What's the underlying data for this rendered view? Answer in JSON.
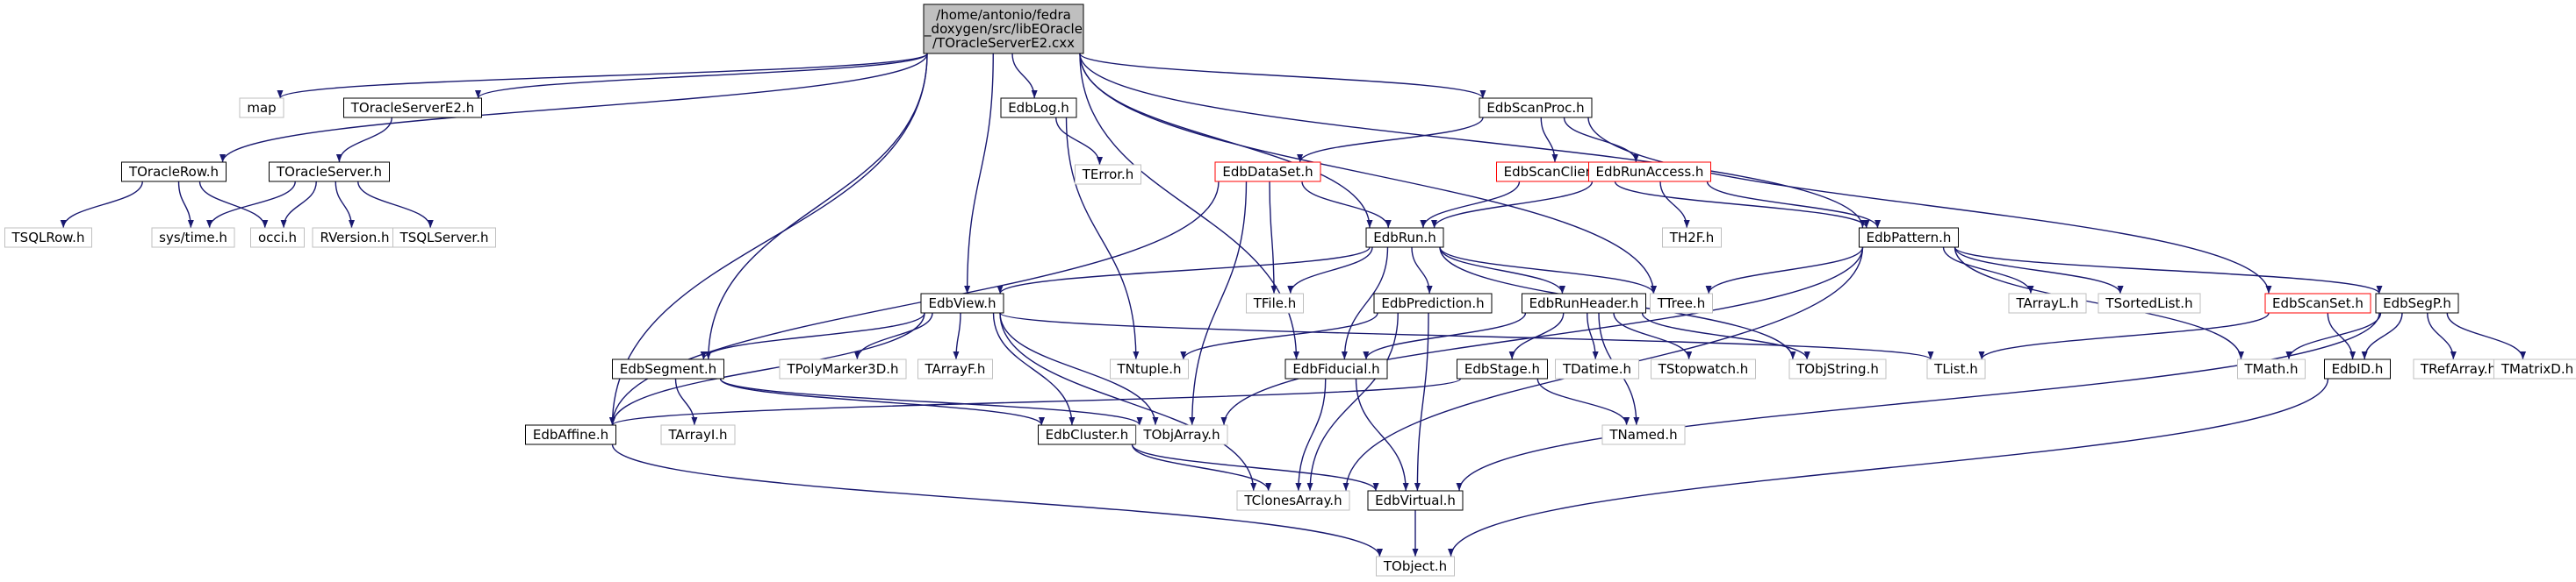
{
  "colors": {
    "edge": "#191970",
    "root_fill": "#bfbfbf",
    "root_border": "#000000",
    "black_border": "#000000",
    "red_border": "#ff0000",
    "gray_border": "#bfbfbf",
    "text": "#000000"
  },
  "root": {
    "lines": [
      "/home/antonio/fedra",
      "_doxygen/src/libEOracle",
      "/TOracleServerE2.cxx"
    ]
  },
  "nodes": [
    {
      "id": "map",
      "label": "map",
      "style": "gray"
    },
    {
      "id": "TOracleServerE2h",
      "label": "TOracleServerE2.h",
      "style": "black"
    },
    {
      "id": "TOracleRowh",
      "label": "TOracleRow.h",
      "style": "black"
    },
    {
      "id": "TOracleServerh",
      "label": "TOracleServer.h",
      "style": "black"
    },
    {
      "id": "TSQLRowh",
      "label": "TSQLRow.h",
      "style": "gray"
    },
    {
      "id": "systimeh",
      "label": "sys/time.h",
      "style": "gray"
    },
    {
      "id": "occih",
      "label": "occi.h",
      "style": "gray"
    },
    {
      "id": "RVersionh",
      "label": "RVersion.h",
      "style": "gray"
    },
    {
      "id": "TSQLServerh",
      "label": "TSQLServer.h",
      "style": "gray"
    },
    {
      "id": "EdbLogh",
      "label": "EdbLog.h",
      "style": "black"
    },
    {
      "id": "TErrorh",
      "label": "TError.h",
      "style": "gray"
    },
    {
      "id": "EdbScanProch",
      "label": "EdbScanProc.h",
      "style": "black"
    },
    {
      "id": "EdbDataSeth",
      "label": "EdbDataSet.h",
      "style": "red"
    },
    {
      "id": "EdbScanClienth",
      "label": "EdbScanClient.h",
      "style": "red"
    },
    {
      "id": "EdbRunAccessh",
      "label": "EdbRunAccess.h",
      "style": "red"
    },
    {
      "id": "TH2Fh",
      "label": "TH2F.h",
      "style": "gray"
    },
    {
      "id": "EdbRunh",
      "label": "EdbRun.h",
      "style": "black"
    },
    {
      "id": "EdbPatternh",
      "label": "EdbPattern.h",
      "style": "black"
    },
    {
      "id": "EdbViewh",
      "label": "EdbView.h",
      "style": "black"
    },
    {
      "id": "TFileh",
      "label": "TFile.h",
      "style": "gray"
    },
    {
      "id": "EdbPredictionh",
      "label": "EdbPrediction.h",
      "style": "black"
    },
    {
      "id": "EdbRunHeaderh",
      "label": "EdbRunHeader.h",
      "style": "black"
    },
    {
      "id": "TTreeh",
      "label": "TTree.h",
      "style": "gray"
    },
    {
      "id": "TArrayLh",
      "label": "TArrayL.h",
      "style": "gray"
    },
    {
      "id": "TSortedListh",
      "label": "TSortedList.h",
      "style": "gray"
    },
    {
      "id": "EdbScanSeth",
      "label": "EdbScanSet.h",
      "style": "red"
    },
    {
      "id": "EdbSegPh",
      "label": "EdbSegP.h",
      "style": "black"
    },
    {
      "id": "EdbSegmenth",
      "label": "EdbSegment.h",
      "style": "black"
    },
    {
      "id": "TPolyMarker3Dh",
      "label": "TPolyMarker3D.h",
      "style": "gray"
    },
    {
      "id": "TArrayFh",
      "label": "TArrayF.h",
      "style": "gray"
    },
    {
      "id": "TNtupleh",
      "label": "TNtuple.h",
      "style": "gray"
    },
    {
      "id": "EdbFiducialh",
      "label": "EdbFiducial.h",
      "style": "black"
    },
    {
      "id": "EdbStageh",
      "label": "EdbStage.h",
      "style": "black"
    },
    {
      "id": "TDatimeh",
      "label": "TDatime.h",
      "style": "gray"
    },
    {
      "id": "TStopwatchh",
      "label": "TStopwatch.h",
      "style": "gray"
    },
    {
      "id": "TObjStringh",
      "label": "TObjString.h",
      "style": "gray"
    },
    {
      "id": "TListh",
      "label": "TList.h",
      "style": "gray"
    },
    {
      "id": "TMathh",
      "label": "TMath.h",
      "style": "gray"
    },
    {
      "id": "EdbIDh",
      "label": "EdbID.h",
      "style": "black"
    },
    {
      "id": "TRefArrayh",
      "label": "TRefArray.h",
      "style": "gray"
    },
    {
      "id": "TMatrixDh",
      "label": "TMatrixD.h",
      "style": "gray"
    },
    {
      "id": "EdbAffineh",
      "label": "EdbAffine.h",
      "style": "black"
    },
    {
      "id": "TArrayIh",
      "label": "TArrayI.h",
      "style": "gray"
    },
    {
      "id": "EdbClusterh",
      "label": "EdbCluster.h",
      "style": "black"
    },
    {
      "id": "TObjArrayh",
      "label": "TObjArray.h",
      "style": "gray"
    },
    {
      "id": "TNamedh",
      "label": "TNamed.h",
      "style": "gray"
    },
    {
      "id": "TClonesArrayh",
      "label": "TClonesArray.h",
      "style": "gray"
    },
    {
      "id": "EdbVirtualh",
      "label": "EdbVirtual.h",
      "style": "black"
    },
    {
      "id": "TObjecth",
      "label": "TObject.h",
      "style": "gray"
    }
  ],
  "edges": [
    [
      "root",
      "map"
    ],
    [
      "root",
      "TOracleServerE2h"
    ],
    [
      "root",
      "TOracleRowh"
    ],
    [
      "root",
      "EdbLogh"
    ],
    [
      "root",
      "EdbScanProch"
    ],
    [
      "root",
      "EdbRunh"
    ],
    [
      "root",
      "EdbPatternh"
    ],
    [
      "root",
      "EdbViewh"
    ],
    [
      "root",
      "TTreeh"
    ],
    [
      "root",
      "EdbSegmenth"
    ],
    [
      "root",
      "EdbAffineh"
    ],
    [
      "root",
      "EdbFiducialh"
    ],
    [
      "TOracleServerE2h",
      "TOracleServerh"
    ],
    [
      "TOracleRowh",
      "TSQLRowh"
    ],
    [
      "TOracleRowh",
      "systimeh"
    ],
    [
      "TOracleRowh",
      "occih"
    ],
    [
      "TOracleServerh",
      "systimeh"
    ],
    [
      "TOracleServerh",
      "occih"
    ],
    [
      "TOracleServerh",
      "RVersionh"
    ],
    [
      "TOracleServerh",
      "TSQLServerh"
    ],
    [
      "EdbLogh",
      "TErrorh"
    ],
    [
      "EdbLogh",
      "TNtupleh"
    ],
    [
      "EdbScanProch",
      "EdbDataSeth"
    ],
    [
      "EdbScanProch",
      "EdbScanClienth"
    ],
    [
      "EdbScanProch",
      "EdbRunAccessh"
    ],
    [
      "EdbScanProch",
      "EdbScanSeth"
    ],
    [
      "EdbDataSeth",
      "EdbRunh"
    ],
    [
      "EdbDataSeth",
      "TFileh"
    ],
    [
      "EdbDataSeth",
      "TObjArrayh"
    ],
    [
      "EdbDataSeth",
      "EdbAffineh"
    ],
    [
      "EdbScanClienth",
      "EdbRunh"
    ],
    [
      "EdbScanClienth",
      "EdbPatternh"
    ],
    [
      "EdbRunAccessh",
      "EdbRunh"
    ],
    [
      "EdbRunAccessh",
      "TH2Fh"
    ],
    [
      "EdbRunAccessh",
      "EdbPatternh"
    ],
    [
      "EdbRunh",
      "EdbViewh"
    ],
    [
      "EdbRunh",
      "TFileh"
    ],
    [
      "EdbRunh",
      "EdbPredictionh"
    ],
    [
      "EdbRunh",
      "EdbRunHeaderh"
    ],
    [
      "EdbRunh",
      "TTreeh"
    ],
    [
      "EdbRunh",
      "TObjStringh"
    ],
    [
      "EdbRunh",
      "EdbFiducialh"
    ],
    [
      "EdbPatternh",
      "TTreeh"
    ],
    [
      "EdbPatternh",
      "TArrayLh"
    ],
    [
      "EdbPatternh",
      "TSortedListh"
    ],
    [
      "EdbPatternh",
      "TMathh"
    ],
    [
      "EdbPatternh",
      "EdbSegPh"
    ],
    [
      "EdbPatternh",
      "TObjArrayh"
    ],
    [
      "EdbPatternh",
      "TClonesArrayh"
    ],
    [
      "EdbViewh",
      "EdbSegmenth"
    ],
    [
      "EdbViewh",
      "TPolyMarker3Dh"
    ],
    [
      "EdbViewh",
      "TArrayFh"
    ],
    [
      "EdbViewh",
      "TListh"
    ],
    [
      "EdbViewh",
      "EdbClusterh"
    ],
    [
      "EdbViewh",
      "TObjArrayh"
    ],
    [
      "EdbViewh",
      "TClonesArrayh"
    ],
    [
      "EdbViewh",
      "EdbAffineh"
    ],
    [
      "EdbPredictionh",
      "TNtupleh"
    ],
    [
      "EdbPredictionh",
      "TClonesArrayh"
    ],
    [
      "EdbPredictionh",
      "EdbVirtualh"
    ],
    [
      "EdbRunHeaderh",
      "EdbFiducialh"
    ],
    [
      "EdbRunHeaderh",
      "EdbStageh"
    ],
    [
      "EdbRunHeaderh",
      "TDatimeh"
    ],
    [
      "EdbRunHeaderh",
      "TStopwatchh"
    ],
    [
      "EdbRunHeaderh",
      "TObjStringh"
    ],
    [
      "EdbRunHeaderh",
      "TNamedh"
    ],
    [
      "EdbScanSeth",
      "TListh"
    ],
    [
      "EdbScanSeth",
      "EdbIDh"
    ],
    [
      "EdbSegPh",
      "TMathh"
    ],
    [
      "EdbSegPh",
      "EdbIDh"
    ],
    [
      "EdbSegPh",
      "TRefArrayh"
    ],
    [
      "EdbSegPh",
      "TMatrixDh"
    ],
    [
      "EdbSegPh",
      "EdbVirtualh"
    ],
    [
      "EdbSegmenth",
      "TArrayIh"
    ],
    [
      "EdbSegmenth",
      "EdbClusterh"
    ],
    [
      "EdbSegmenth",
      "TObjArrayh"
    ],
    [
      "EdbFiducialh",
      "TClonesArrayh"
    ],
    [
      "EdbFiducialh",
      "EdbVirtualh"
    ],
    [
      "EdbStageh",
      "EdbAffineh"
    ],
    [
      "EdbStageh",
      "TNamedh"
    ],
    [
      "EdbIDh",
      "TObjecth"
    ],
    [
      "EdbAffineh",
      "TObjecth"
    ],
    [
      "EdbClusterh",
      "TClonesArrayh"
    ],
    [
      "EdbClusterh",
      "EdbVirtualh"
    ],
    [
      "EdbVirtualh",
      "TObjecth"
    ]
  ]
}
